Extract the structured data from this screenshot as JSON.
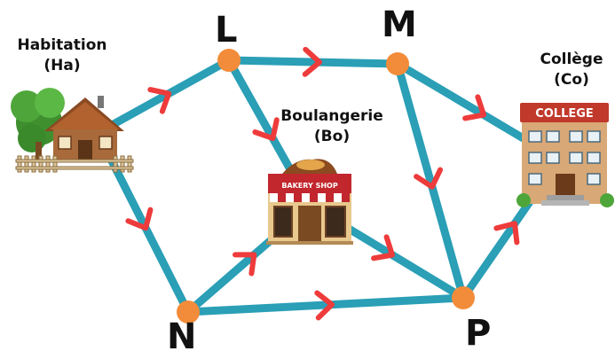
{
  "nodes": {
    "L": "L",
    "M": "M",
    "N": "N",
    "P": "P"
  },
  "places": {
    "home": {
      "name": "Habitation",
      "abbr": "(Ha)"
    },
    "bakery": {
      "name": "Boulangerie",
      "abbr": "(Bo)",
      "sign": "BAKERY SHOP"
    },
    "school": {
      "name": "Collège",
      "abbr": "(Co)",
      "sign": "COLLEGE"
    }
  },
  "colors": {
    "edge": "#2a9fb6",
    "node": "#f28c3a",
    "arrow": "#ee3b3b"
  },
  "edges": [
    {
      "from": "Ha",
      "to": "L"
    },
    {
      "from": "Ha",
      "to": "N"
    },
    {
      "from": "L",
      "to": "M"
    },
    {
      "from": "L",
      "to": "Bo"
    },
    {
      "from": "M",
      "to": "P"
    },
    {
      "from": "M",
      "to": "Co"
    },
    {
      "from": "N",
      "to": "Bo"
    },
    {
      "from": "N",
      "to": "P"
    },
    {
      "from": "Bo",
      "to": "P"
    },
    {
      "from": "P",
      "to": "Co"
    }
  ]
}
